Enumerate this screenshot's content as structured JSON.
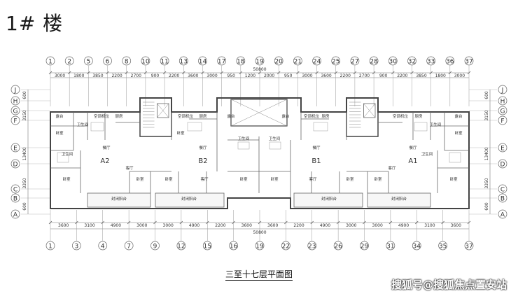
{
  "title": "1# 楼",
  "caption": "三至十七层平面图",
  "watermark": "搜狐号@搜狐焦点置安站",
  "top_axes": [
    "1",
    "2",
    "5",
    "6",
    "8",
    "10",
    "11",
    "13",
    "14",
    "17",
    "18",
    "19",
    "20",
    "21",
    "24",
    "25",
    "27",
    "28",
    "30",
    "32",
    "33",
    "36",
    "37"
  ],
  "top_dims": [
    "3000",
    "1800",
    "3850",
    "2200",
    "2700",
    "900",
    "2200",
    "3600",
    "3000",
    "950",
    "1200",
    "2000",
    "950",
    "3000",
    "3600",
    "2200",
    "2700",
    "900",
    "2200",
    "3850",
    "1800",
    "3000"
  ],
  "top_total": "50800",
  "bottom_axes": [
    "1",
    "3",
    "4",
    "7",
    "9",
    "12",
    "15",
    "16",
    "19",
    "22",
    "23",
    "26",
    "29",
    "31",
    "34",
    "35",
    "37"
  ],
  "bottom_dims": [
    "3600",
    "3100",
    "4900",
    "3000",
    "3000",
    "4900",
    "2200",
    "3600",
    "3600",
    "2200",
    "4900",
    "3000",
    "3000",
    "4900",
    "3100",
    "3600"
  ],
  "bottom_total": "50800",
  "side_axes": [
    "J",
    "H",
    "G",
    "F",
    "E",
    "D",
    "C",
    "B",
    "A"
  ],
  "side_dims": [
    "600",
    "3150",
    "13400",
    "3350",
    "600"
  ],
  "units": [
    "A2",
    "B2",
    "B1",
    "A1"
  ],
  "rooms": {
    "bedroom": "卧室",
    "living": "客厅",
    "dining": "餐厅",
    "kitchen": "厨房",
    "bath": "卫生间",
    "balcony": "封闭阳台",
    "ac": "空调机位",
    "terrace": "露台"
  }
}
